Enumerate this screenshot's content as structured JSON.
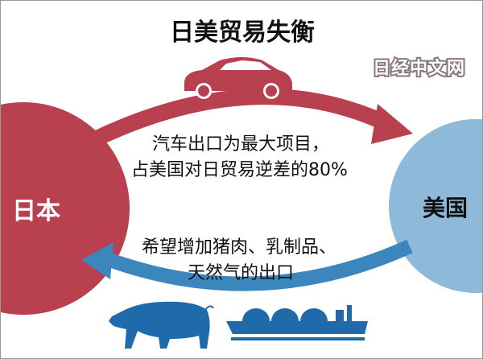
{
  "title": "日美贸易失衡",
  "watermark": "日经中文网",
  "japan_label": "日本",
  "us_label": "美国",
  "export_text": [
    "汽车出口为最大项目，",
    "占美国对日贸易逆差的80%"
  ],
  "import_text": [
    "希望增加猪肉、乳制品、",
    "天然气的出口"
  ],
  "icons": [
    "car-icon",
    "pig-icon",
    "lng-ship-icon"
  ],
  "colors": {
    "japan": "#b8404f",
    "us": "#8fb9d9",
    "export_arrow": "#b8404f",
    "import_arrow": "#3b86bd",
    "icon_blue": "#1f6aaa",
    "car": "#b8404f"
  }
}
